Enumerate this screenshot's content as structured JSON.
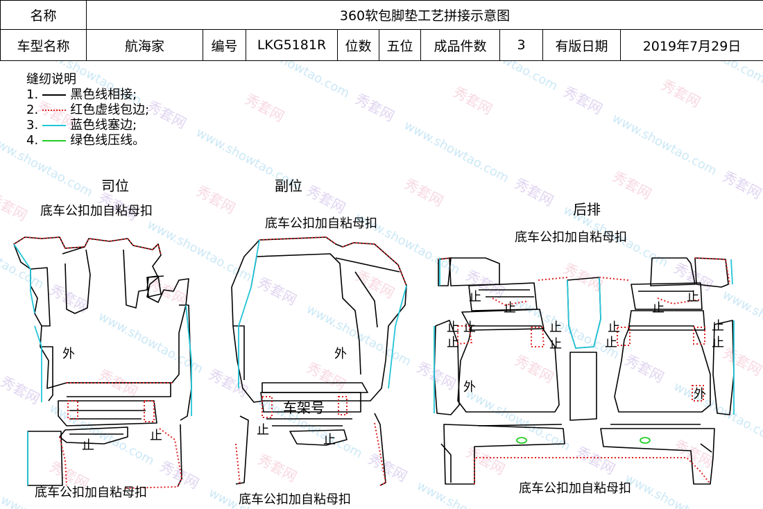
{
  "header": {
    "name_label": "名称",
    "name_value": "360软包脚垫工艺拼接示意图",
    "model_label": "车型名称",
    "model_value": "航海家",
    "code_label": "编号",
    "code_value": "LKG5181R",
    "seats_label": "位数",
    "seats_value": "五位",
    "pieces_label": "成品件数",
    "pieces_value": "3",
    "date_label": "有版日期",
    "date_value": "2019年7月29日"
  },
  "legend": {
    "title": "缝纫说明",
    "items": [
      {
        "num": "1.",
        "text": "黑色线相接;",
        "color": "#000000",
        "style": "solid"
      },
      {
        "num": "2.",
        "text": "红色虚线包边;",
        "color": "#e02020",
        "style": "dotted"
      },
      {
        "num": "3.",
        "text": "蓝色线塞边;",
        "color": "#22c4d8",
        "style": "solid"
      },
      {
        "num": "4.",
        "text": "绿色线压线。",
        "color": "#22cc22",
        "style": "solid"
      }
    ]
  },
  "sections": {
    "driver": "司位",
    "passenger": "副位",
    "rear": "后排"
  },
  "labels": {
    "clip": "底车公扣加自粘母扣",
    "outside": "外",
    "stop": "止",
    "frame_no": "车架号"
  },
  "watermark": "秀套网 www.showtao.com",
  "colors": {
    "black": "#000000",
    "red": "#e02020",
    "cyan": "#22c4d8",
    "green": "#22cc22"
  }
}
